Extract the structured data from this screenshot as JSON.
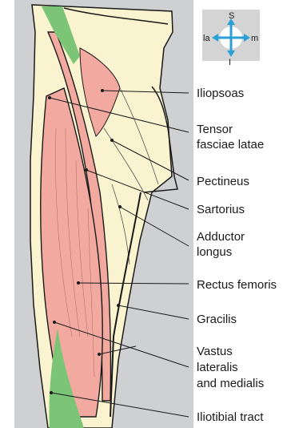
{
  "orientation": {
    "superior": "S",
    "inferior": "I",
    "lateral": "la",
    "medial": "m",
    "arrow_color": "#2a9fd8",
    "box_color": "#d4d4d4"
  },
  "colors": {
    "background_panel": "#cfd0d2",
    "muscle": "#f2a9a0",
    "tendon": "#f9f3cf",
    "tract": "#7cc576",
    "outline": "#1a1a1a"
  },
  "labels": [
    {
      "id": "iliopsoas",
      "lines": [
        "Iliopsoas"
      ]
    },
    {
      "id": "tensor",
      "lines": [
        "Tensor",
        "fasciae latae"
      ]
    },
    {
      "id": "pectineus",
      "lines": [
        "Pectineus"
      ]
    },
    {
      "id": "sartorius",
      "lines": [
        "Sartorius"
      ]
    },
    {
      "id": "adductor",
      "lines": [
        "Adductor",
        "longus"
      ]
    },
    {
      "id": "rectus",
      "lines": [
        "Rectus femoris"
      ]
    },
    {
      "id": "gracilis",
      "lines": [
        "Gracilis"
      ]
    },
    {
      "id": "vastus",
      "lines": [
        "Vastus",
        "lateralis",
        "and medialis"
      ]
    },
    {
      "id": "iliotibial",
      "lines": [
        "Iliotibial tract"
      ]
    }
  ]
}
